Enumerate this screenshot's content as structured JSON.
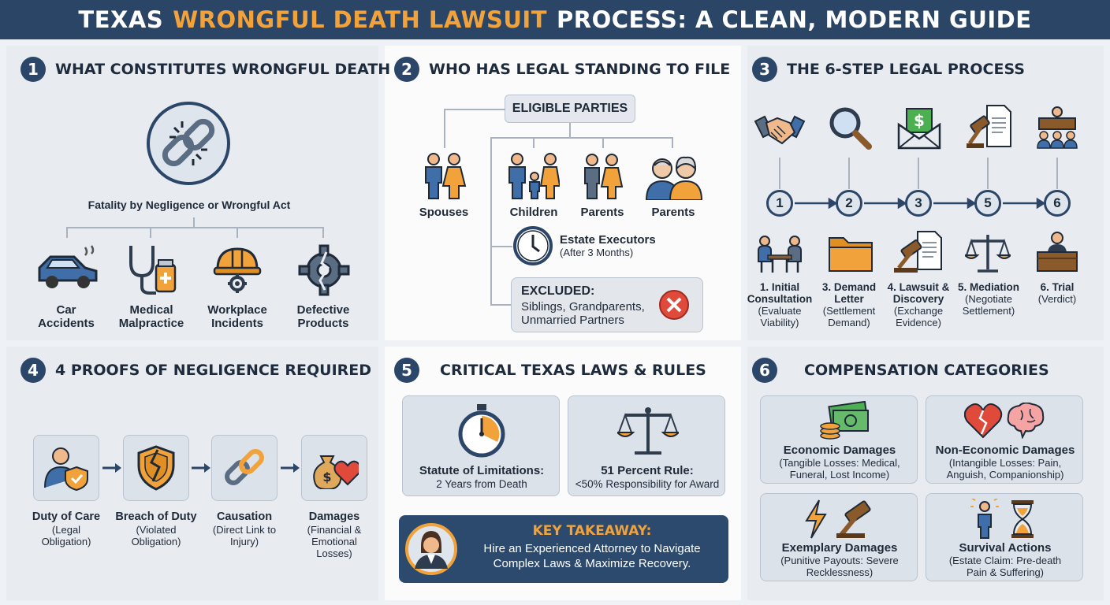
{
  "title": {
    "part1": "TEXAS",
    "highlight": "WRONGFUL DEATH LAWSUIT",
    "part2": "PROCESS: A CLEAN, MODERN GUIDE"
  },
  "colors": {
    "navy": "#2b4668",
    "orange": "#f2a23a",
    "steel": "#5a6d82",
    "red": "#e04a3b"
  },
  "section1": {
    "number": "1",
    "title": "WHAT CONSTITUTES WRONGFUL DEATH",
    "icon": "broken-chain-icon",
    "caption": "Fatality by Negligence or Wrongful Act",
    "items": [
      {
        "icon": "car-crash-icon",
        "line1": "Car",
        "line2": "Accidents"
      },
      {
        "icon": "stethoscope-icon",
        "line1": "Medical",
        "line2": "Malpractice"
      },
      {
        "icon": "hard-hat-icon",
        "line1": "Workplace",
        "line2": "Incidents"
      },
      {
        "icon": "broken-gear-icon",
        "line1": "Defective",
        "line2": "Products"
      }
    ]
  },
  "section2": {
    "number": "2",
    "title": "WHO HAS LEGAL STANDING TO FILE",
    "eligible": "ELIGIBLE PARTIES",
    "parties": [
      {
        "icon": "couple-icon",
        "label": "Spouses"
      },
      {
        "icon": "family-icon",
        "label": "Children"
      },
      {
        "icon": "parents-icon",
        "label": "Parents"
      },
      {
        "icon": "elderly-parents-icon",
        "label": "Parents"
      }
    ],
    "executors": {
      "icon": "clock-icon",
      "label": "Estate Executors",
      "note": "(After 3 Months)"
    },
    "excluded": {
      "title": "EXCLUDED:",
      "line1": "Siblings, Grandparents,",
      "line2": "Unmarried Partners",
      "icon": "x-circle-icon"
    }
  },
  "section3": {
    "number": "3",
    "title": "THE 6-STEP LEGAL PROCESS",
    "top_icons": [
      "handshake-icon",
      "magnifier-icon",
      "money-envelope-icon",
      "gavel-document-icon",
      "courtroom-icon"
    ],
    "steps": [
      "1",
      "2",
      "3",
      "5",
      "6"
    ],
    "bottom": [
      {
        "icon": "consultation-icon",
        "title1": "1. Initial",
        "title2": "Consultation",
        "sub1": "(Evaluate",
        "sub2": "Viability)"
      },
      {
        "icon": "folder-icon",
        "title1": "3. Demand",
        "title2": "Letter",
        "sub1": "(Settlement",
        "sub2": "Demand)"
      },
      {
        "icon": "gavel-papers-icon",
        "title1": "4. Lawsuit &",
        "title2": "Discovery",
        "sub1": "(Exchange",
        "sub2": "Evidence)"
      },
      {
        "icon": "scales-icon",
        "title1": "5. Mediation",
        "title2": "",
        "sub1": "(Negotiate",
        "sub2": "Settlement)"
      },
      {
        "icon": "judge-icon",
        "title1": "6. Trial",
        "title2": "",
        "sub1": "(Verdict)",
        "sub2": ""
      }
    ]
  },
  "section4": {
    "number": "4",
    "title": "4 PROOFS OF NEGLIGENCE REQUIRED",
    "proofs": [
      {
        "icon": "person-shield-icon",
        "title": "Duty of Care",
        "sub1": "(Legal",
        "sub2": "Obligation)",
        "sub3": ""
      },
      {
        "icon": "broken-shield-icon",
        "title": "Breach of Duty",
        "sub1": "(Violated",
        "sub2": "Obligation)",
        "sub3": ""
      },
      {
        "icon": "chain-link-icon",
        "title": "Causation",
        "sub1": "(Direct Link to",
        "sub2": "Injury)",
        "sub3": ""
      },
      {
        "icon": "money-bag-heart-icon",
        "title": "Damages",
        "sub1": "(Financial &",
        "sub2": "Emotional",
        "sub3": "Losses)"
      }
    ]
  },
  "section5": {
    "number": "5",
    "title": "CRITICAL TEXAS LAWS & RULES",
    "rules": [
      {
        "icon": "stopwatch-icon",
        "title": "Statute of Limitations:",
        "sub": "2 Years from Death"
      },
      {
        "icon": "balance-scale-icon",
        "title": "51 Percent Rule:",
        "sub": "<50% Responsibility for Award"
      }
    ],
    "takeaway": {
      "icon": "attorney-avatar-icon",
      "title": "KEY TAKEAWAY:",
      "line1": "Hire an Experienced Attorney to Navigate",
      "line2": "Complex Laws & Maximize Recovery."
    }
  },
  "section6": {
    "number": "6",
    "title": "COMPENSATION CATEGORIES",
    "cards": [
      {
        "icon": "cash-coins-icon",
        "title": "Economic Damages",
        "sub1": "(Tangible Losses: Medical,",
        "sub2": "Funeral, Lost Income)"
      },
      {
        "icon": "broken-heart-brain-icon",
        "title": "Non-Economic Damages",
        "sub1": "(Intangible Losses: Pain,",
        "sub2": "Anguish, Companionship)"
      },
      {
        "icon": "lightning-gavel-icon",
        "title": "Exemplary Damages",
        "sub1": "(Punitive Payouts: Severe",
        "sub2": "Recklessness)"
      },
      {
        "icon": "person-hourglass-icon",
        "title": "Survival Actions",
        "sub1": "(Estate Claim: Pre-death",
        "sub2": "Pain & Suffering)"
      }
    ]
  }
}
